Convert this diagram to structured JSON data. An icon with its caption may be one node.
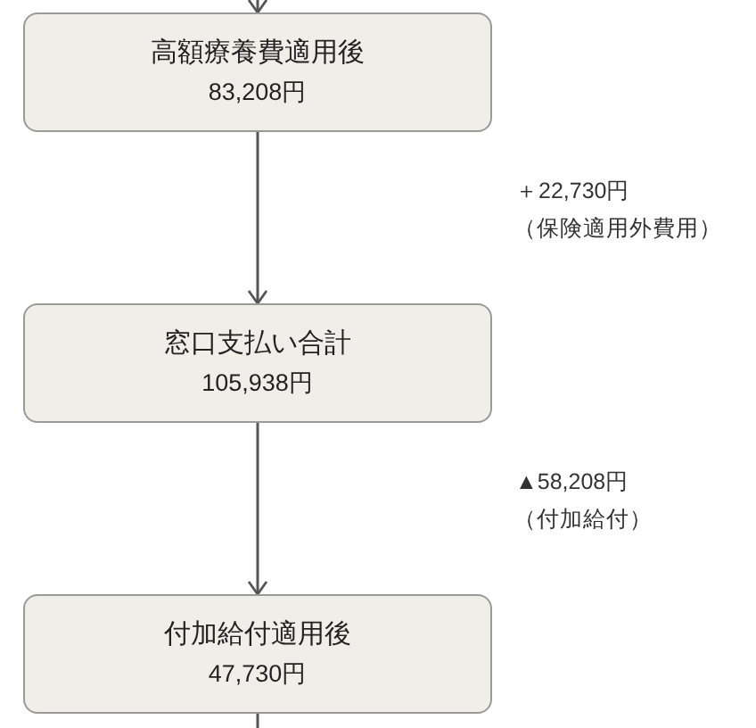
{
  "diagram": {
    "nodes": [
      {
        "text": [
          "高額療養費適用後",
          "83,208円"
        ]
      },
      {
        "text": [
          "窓口支払い合計",
          "105,938円"
        ]
      },
      {
        "text": [
          "付加給付適用後",
          "47,730円"
        ]
      }
    ],
    "edges": [
      {
        "from": null,
        "to": 0,
        "arrow": "to"
      },
      {
        "from": 0,
        "to": 1,
        "arrow": "to"
      },
      {
        "from": 1,
        "to": 2,
        "arrow": "to"
      },
      {
        "from": 2,
        "to": null,
        "arrow": "none"
      }
    ],
    "labels": [
      "＋22,730円",
      "（保険適用外費用）",
      "▲58,208円",
      "（付加給付）"
    ]
  }
}
